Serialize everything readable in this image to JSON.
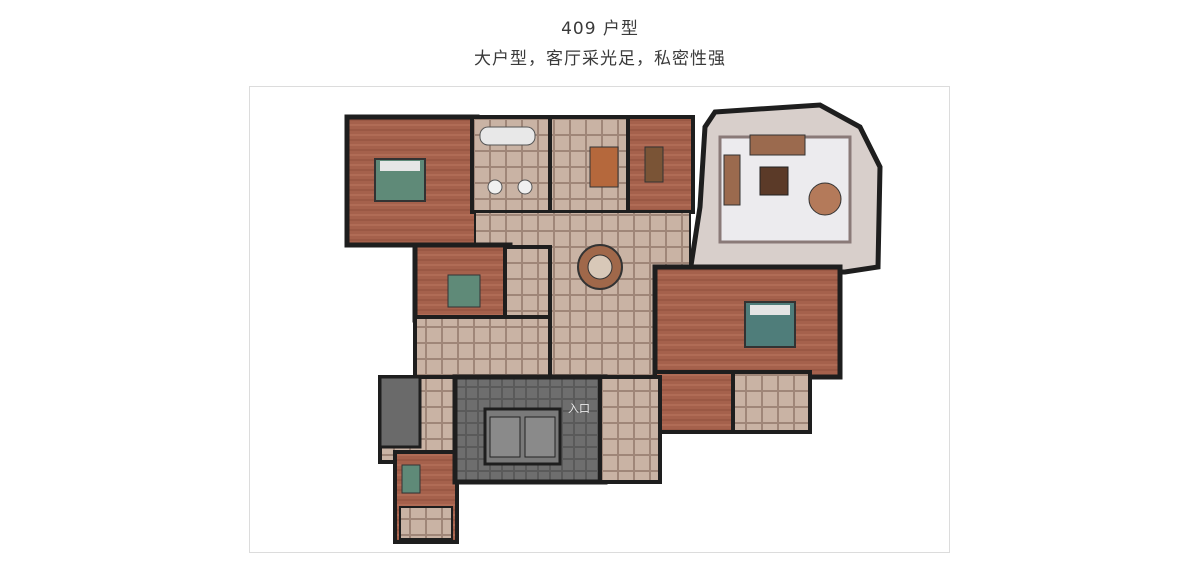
{
  "header": {
    "title": "409 户型",
    "subtitle": "大户型，客厅采光足，私密性强"
  },
  "floorplan": {
    "elevator_label": "入口"
  },
  "colors": {
    "wall": "#1e1e1e",
    "wood_floor": "#a5614c",
    "tile_floor": "#c8b1a2",
    "living_rug": "#e9e7ea",
    "core": "#6e6e6e"
  }
}
